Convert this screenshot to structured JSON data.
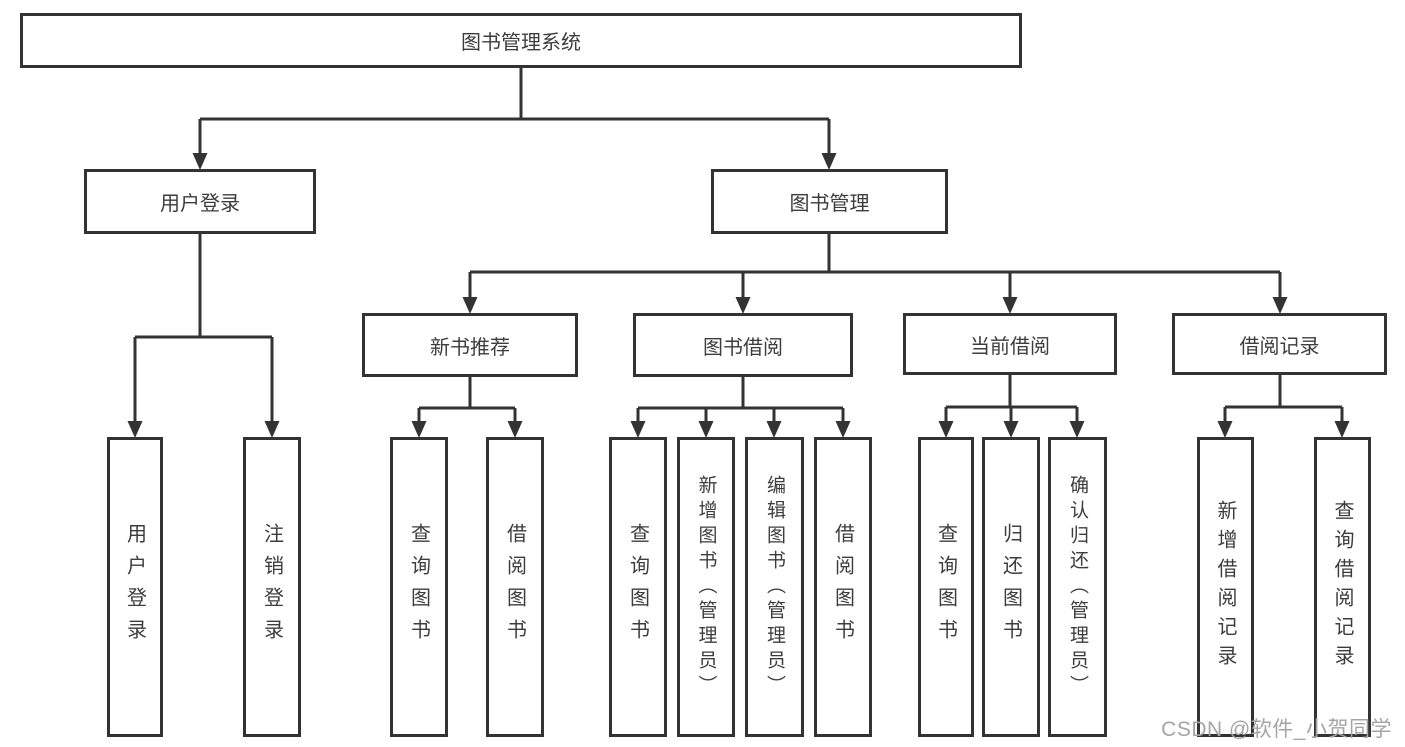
{
  "title": "图书管理系统",
  "tree": {
    "root": {
      "label": "图书管理系统"
    },
    "branches": {
      "user_login": {
        "label": "用户登录",
        "children": [
          {
            "label": "用户登录"
          },
          {
            "label": "注销登录"
          }
        ]
      },
      "book_mgmt": {
        "label": "图书管理",
        "sections": {
          "new_books": {
            "label": "新书推荐",
            "children": [
              {
                "label": "查询图书"
              },
              {
                "label": "借阅图书"
              }
            ]
          },
          "borrow": {
            "label": "图书借阅",
            "children": [
              {
                "label": "查询图书"
              },
              {
                "label": "新增图书（管理员）"
              },
              {
                "label": "编辑图书（管理员）"
              },
              {
                "label": "借阅图书"
              }
            ]
          },
          "current": {
            "label": "当前借阅",
            "children": [
              {
                "label": "查询图书"
              },
              {
                "label": "归还图书"
              },
              {
                "label": "确认归还（管理员）"
              }
            ]
          },
          "records": {
            "label": "借阅记录",
            "children": [
              {
                "label": "新增借阅记录"
              },
              {
                "label": "查询借阅记录"
              }
            ]
          }
        }
      }
    }
  },
  "watermark": {
    "text": "CSDN @软件_小贺同学"
  },
  "colors": {
    "line": "#333333",
    "box_border": "#333333",
    "text": "#3d3d3d",
    "watermark": "#a5a5a5",
    "background": "#ffffff"
  }
}
